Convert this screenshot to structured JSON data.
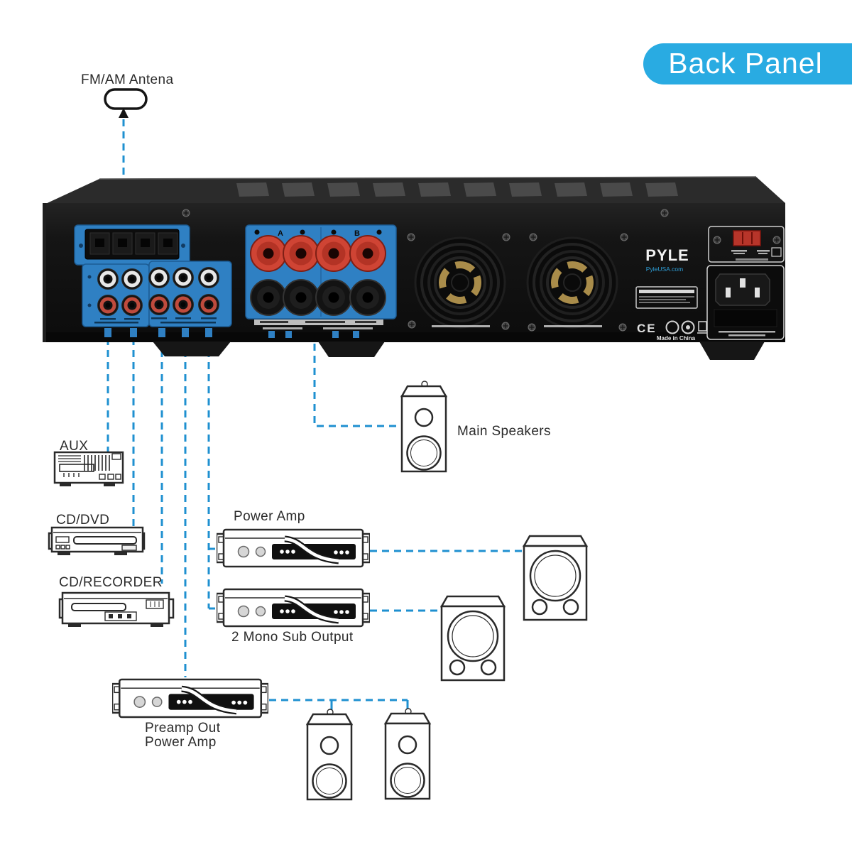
{
  "banner": {
    "label": "Back Panel"
  },
  "antenna": {
    "label": "FM/AM Antena"
  },
  "amplifier": {
    "brand": "PYLE",
    "brand_site": "PyleUSA.com",
    "made_in": "Made in China",
    "ce_mark": "CE",
    "speaker_channel_a": "A",
    "speaker_channel_b": "B"
  },
  "devices": {
    "aux": {
      "label": "AUX"
    },
    "cd_dvd": {
      "label": "CD/DVD"
    },
    "cd_recorder": {
      "label": "CD/RECORDER"
    },
    "main_speakers": {
      "label": "Main Speakers"
    },
    "power_amp": {
      "label": "Power Amp"
    },
    "mono_sub": {
      "label": "2 Mono Sub Output"
    },
    "preamp": {
      "label_line1": "Preamp Out",
      "label_line2": "Power Amp"
    }
  },
  "colors": {
    "banner_blue": "#29abe2",
    "panel_blue": "#2f80c3",
    "dash_blue": "#1f90d0",
    "post_red": "#cf4434"
  },
  "connections": [
    {
      "from": "Antenna terminal",
      "to": "FM/AM Antena"
    },
    {
      "from": "RCA panel jack 1",
      "to": "AUX"
    },
    {
      "from": "RCA panel jack 2",
      "to": "CD/DVD"
    },
    {
      "from": "RCA panel jack 3",
      "to": "CD/RECORDER"
    },
    {
      "from": "RCA panel jack 4",
      "to": "Preamp Out Power Amp"
    },
    {
      "from": "RCA panel jack 5",
      "to": "Power Amp"
    },
    {
      "from": "RCA panel jack 5",
      "to": "2 Mono Sub Output"
    },
    {
      "from": "Speaker terminals",
      "to": "Main Speakers"
    },
    {
      "from": "Power Amp",
      "to": "Subwoofer 1"
    },
    {
      "from": "2 Mono Sub Output",
      "to": "Subwoofer 2"
    },
    {
      "from": "Preamp Out Power Amp",
      "to": "Bookshelf speakers"
    }
  ]
}
